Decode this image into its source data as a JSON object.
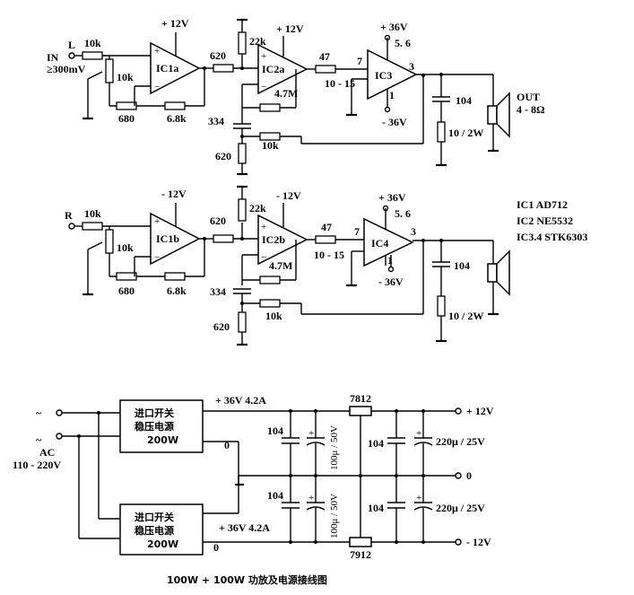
{
  "channel_left": {
    "input_label": "L",
    "input_prefix": "IN",
    "input_level": "≥300mV",
    "r_in": "10k",
    "r_pot": "10k",
    "r_gnd": "680",
    "r_fb": "6.8k",
    "ic1": "IC1a",
    "ic1_supply": "+ 12V",
    "r_couple": "620",
    "r_bias": "22k",
    "ic2": "IC2a",
    "ic2_supply": "+ 12V",
    "r_fb2": "4.7M",
    "c_in": "334",
    "r_shunt": "620",
    "r_fb3": "10k",
    "r_47": "47",
    "pins_10_15": "10 - 15",
    "pin7": "7",
    "ic3": "IC3",
    "ic3_vpos": "+ 36V",
    "pin56": "5. 6",
    "pin1": "1",
    "ic3_vneg": "- 36V",
    "pin3": "3",
    "c_zobel": "104",
    "r_zobel": "10 / 2W",
    "out_label": "OUT",
    "out_imp": "4 - 8Ω"
  },
  "channel_right": {
    "input_label": "R",
    "r_in": "10k",
    "r_pot": "10k",
    "r_gnd": "680",
    "r_fb": "6.8k",
    "ic1": "IC1b",
    "ic1_supply": "- 12V",
    "r_couple": "620",
    "r_bias": "22k",
    "ic2": "IC2b",
    "ic2_supply": "- 12V",
    "r_fb2": "4.7M",
    "c_in": "334",
    "r_shunt": "620",
    "r_fb3": "10k",
    "r_47": "47",
    "pins_10_15": "10 - 15",
    "pin7": "7",
    "ic4": "IC4",
    "ic4_vpos": "+ 36V",
    "pin56": "5. 6",
    "pin1": "1",
    "ic4_vneg": "- 36V",
    "pin3": "3",
    "c_zobel": "104",
    "r_zobel": "10 / 2W"
  },
  "parts_list": [
    "IC1  AD712",
    "IC2  NE5532",
    "IC3.4   STK6303"
  ],
  "power": {
    "ac_tilde": "~",
    "ac_label": "AC",
    "ac_range": "110 - 220V",
    "psu_top_line1": "进口开关",
    "psu_top_line2": "稳压电源",
    "psu_top_line3": "200W",
    "psu_bot_line1": "进口开关",
    "psu_bot_line2": "稳压电源",
    "psu_bot_line3": "200W",
    "rail_pos": "+ 36V  4.2A",
    "rail_neg": "+ 36V  4.2A",
    "zero_top": "0",
    "zero_bot": "0",
    "cap_104_a": "104",
    "cap_104_b": "104",
    "cap_100u_a": "100μ / 50V",
    "cap_100u_b": "100μ / 50V",
    "reg_pos": "7812",
    "reg_neg": "7912",
    "cap_104_c": "104",
    "cap_104_d": "104",
    "cap_220u_a": "220μ / 25V",
    "cap_220u_b": "220μ / 25V",
    "out_pos": "+ 12V",
    "out_zero": "0",
    "out_neg": "- 12V"
  },
  "caption": "100W + 100W 功放及电源接线图"
}
